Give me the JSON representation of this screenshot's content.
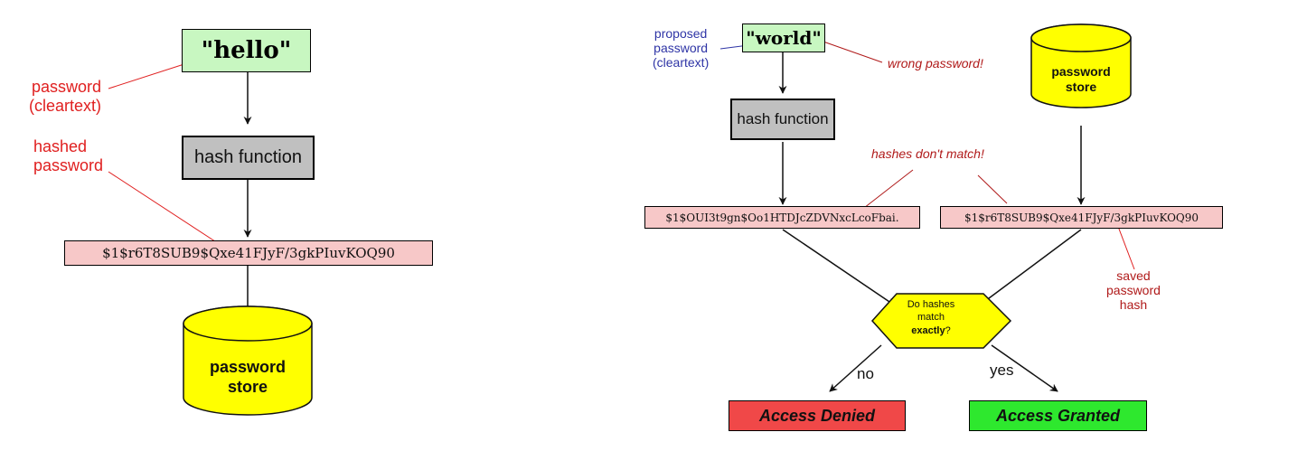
{
  "left": {
    "input_value": "\"hello\"",
    "password_note": [
      "password",
      "(cleartext)"
    ],
    "hash_function": "hash function",
    "hashed_note": [
      "hashed",
      "password"
    ],
    "hash_value": "$1$r6T8SUB9$Qxe41FJyF/3gkPIuvKOQ90",
    "store_label": [
      "password",
      "store"
    ]
  },
  "right": {
    "input_value": "\"world\"",
    "proposed_note": [
      "proposed",
      "password",
      "(cleartext)"
    ],
    "wrong_note": "wrong password!",
    "hash_function": "hash function",
    "store_label": [
      "password",
      "store"
    ],
    "mismatch_note": "hashes don't match!",
    "computed_hash": "$1$OUI3t9gn$Oo1HTDJcZDVNxcLcoFbai.",
    "saved_hash": "$1$r6T8SUB9$Qxe41FJyF/3gkPIuvKOQ90",
    "saved_note": [
      "saved",
      "password",
      "hash"
    ],
    "decision": {
      "line1": "Do hashes",
      "line2": "match",
      "line3_bold": "exactly",
      "line3_tail": "?"
    },
    "no_label": "no",
    "yes_label": "yes",
    "denied": "Access Denied",
    "granted": "Access Granted"
  },
  "colors": {
    "input_fill": "#c8f7c1",
    "hash_fn_fill": "#c0c0c0",
    "hash_value_fill": "#f7c8c8",
    "store_fill": "#ffff00",
    "decision_fill": "#ffff00",
    "denied_fill": "#f04848",
    "granted_fill": "#2ee82e",
    "annotation_red": "#e02020",
    "annotation_blue": "#2f35a6"
  }
}
